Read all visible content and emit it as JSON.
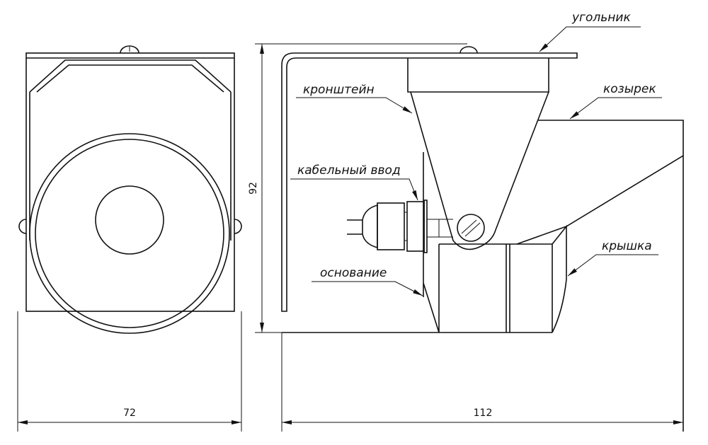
{
  "labels": {
    "corner": "угольник",
    "bracket": "кронштейн",
    "visor": "козырек",
    "cable_entry": "кабельный ввод",
    "base": "основание",
    "cover": "крышка"
  },
  "dimensions": {
    "front_width": "72",
    "height": "92",
    "side_length": "112"
  }
}
